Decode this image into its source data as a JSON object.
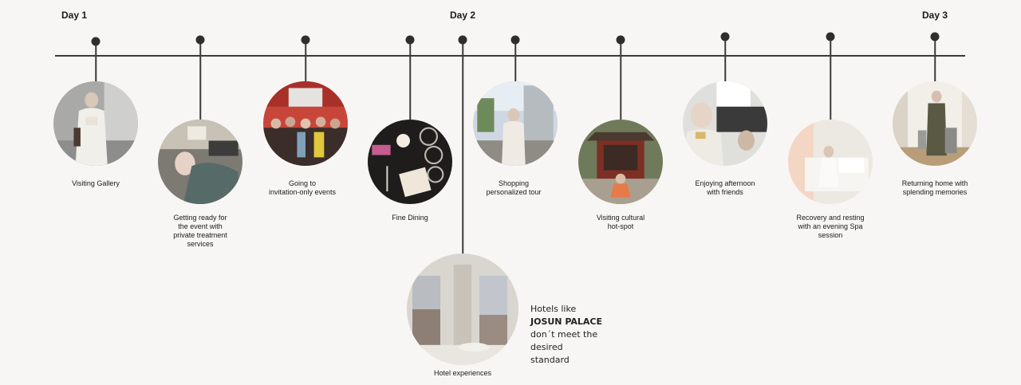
{
  "days": [
    {
      "label": "Day 1"
    },
    {
      "label": "Day 2"
    },
    {
      "label": "Day 3"
    }
  ],
  "events": [
    {
      "id": "visiting-gallery",
      "label": "Visiting Gallery"
    },
    {
      "id": "getting-ready",
      "label": "Getting ready for\nthe event with\nprivate treatment\nservices"
    },
    {
      "id": "invitation-events",
      "label": "Going to\ninvitation-only events"
    },
    {
      "id": "fine-dining",
      "label": "Fine Dining"
    },
    {
      "id": "hotel-experiences",
      "label": "Hotel experiences"
    },
    {
      "id": "shopping-tour",
      "label": "Shopping\npersonalized tour"
    },
    {
      "id": "cultural-hotspot",
      "label": "Visiting cultural\nhot-spot"
    },
    {
      "id": "afternoon-friends",
      "label": "Enjoying afternoon\nwith friends"
    },
    {
      "id": "spa-session",
      "label": "Recovery and resting\nwith an evening Spa\nsession"
    },
    {
      "id": "returning-home",
      "label": "Returning home with\nsplending memories"
    }
  ],
  "hotel_note": {
    "line1": "Hotels like",
    "hotel_name": "JOSUN PALACE",
    "line3": "don´t meet the",
    "line4": "desired",
    "line5": "standard"
  }
}
